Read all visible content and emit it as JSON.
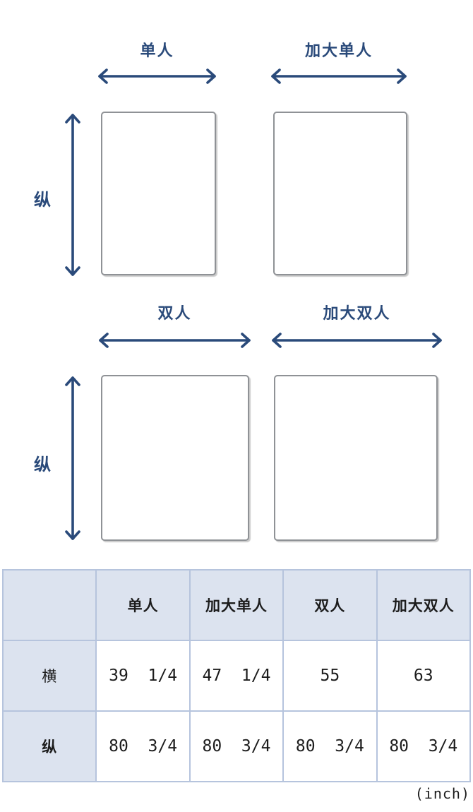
{
  "colors": {
    "accent": "#2a4a7a",
    "rect_border": "#8f9296",
    "table_border": "#b6c4dd",
    "table_header_bg": "#dce3ef",
    "text": "#1c1c1c"
  },
  "diagram": {
    "sections": [
      {
        "vertical_label": "纵",
        "items": [
          {
            "label": "单人"
          },
          {
            "label": "加大单人"
          }
        ]
      },
      {
        "vertical_label": "纵",
        "items": [
          {
            "label": "双人"
          },
          {
            "label": "加大双人"
          }
        ]
      }
    ]
  },
  "table": {
    "columns": [
      "",
      "单人",
      "加大单人",
      "双人",
      "加大双人"
    ],
    "rows": [
      {
        "header": "横",
        "values": [
          "39  1/4",
          "47  1/4",
          "55",
          "63"
        ]
      },
      {
        "header": "纵",
        "values": [
          "80  3/4",
          "80  3/4",
          "80  3/4",
          "80  3/4"
        ]
      }
    ],
    "unit_note": "(inch)"
  }
}
